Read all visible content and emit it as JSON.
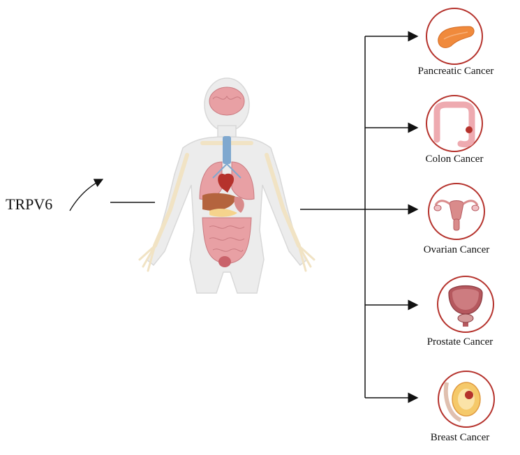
{
  "source_label": "TRPV6",
  "targets": [
    {
      "label": "Pancreatic Cancer",
      "organ": "pancreas-icon"
    },
    {
      "label": "Colon  Cancer",
      "organ": "colon-icon"
    },
    {
      "label": "Ovarian Cancer",
      "organ": "ovary-icon"
    },
    {
      "label": "Prostate Cancer",
      "organ": "prostate-icon"
    },
    {
      "label": "Breast Cancer",
      "organ": "breast-icon"
    }
  ],
  "colors": {
    "circle_border": "#b5322c",
    "arrow": "#111111",
    "organ_pink": "#e8a0a4",
    "organ_orange": "#f08a3c",
    "body_fill": "#ececec",
    "skeleton": "#f1e3c4"
  }
}
